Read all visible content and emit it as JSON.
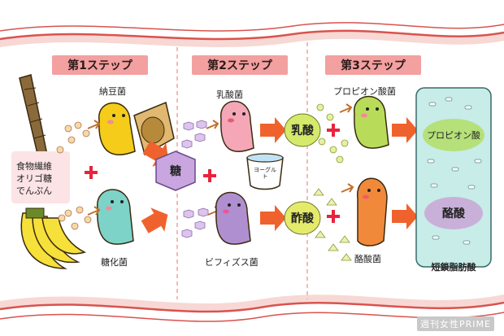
{
  "steps": [
    "第1ステップ",
    "第2ステップ",
    "第3ステップ"
  ],
  "bacteria": {
    "natto": "納豆菌",
    "koji": "糖化菌",
    "lactic": "乳酸菌",
    "bifidus": "ビフィズス菌",
    "propionic": "プロピオン酸菌",
    "butyric": "酪酸菌"
  },
  "foods": [
    "食物繊維",
    "オリゴ糖",
    "でんぷん"
  ],
  "substances": {
    "sugar": "糖",
    "lactic_acid": "乳酸",
    "acetic_acid": "酢酸",
    "propionic_acid": "プロピオン酸",
    "butyric_acid": "酪酸",
    "scfa": "短鎖脂肪酸"
  },
  "yogurt_label": "ヨーグルト",
  "watermark": "週刊女性PRIME",
  "colors": {
    "band": "#f7d8d4",
    "band_line": "#d9534f",
    "step_bg": "#f3a0a0",
    "arrow": "#f0622d",
    "plus": "#e8243c",
    "natto": "#f5cc1a",
    "koji": "#7dd3c8",
    "lactic": "#f5a7b8",
    "bifidus": "#b08fd0",
    "propionic": "#b8dc5a",
    "butyric": "#f08a3a",
    "sugar_hex": "#c9a6e0",
    "lactic_acid": "#d5ea6a",
    "acetic_acid": "#e5ea6a",
    "colon": "#c8ece8",
    "propionic_acid": "#b6e07a",
    "butyric_acid": "#c9b0d9"
  }
}
